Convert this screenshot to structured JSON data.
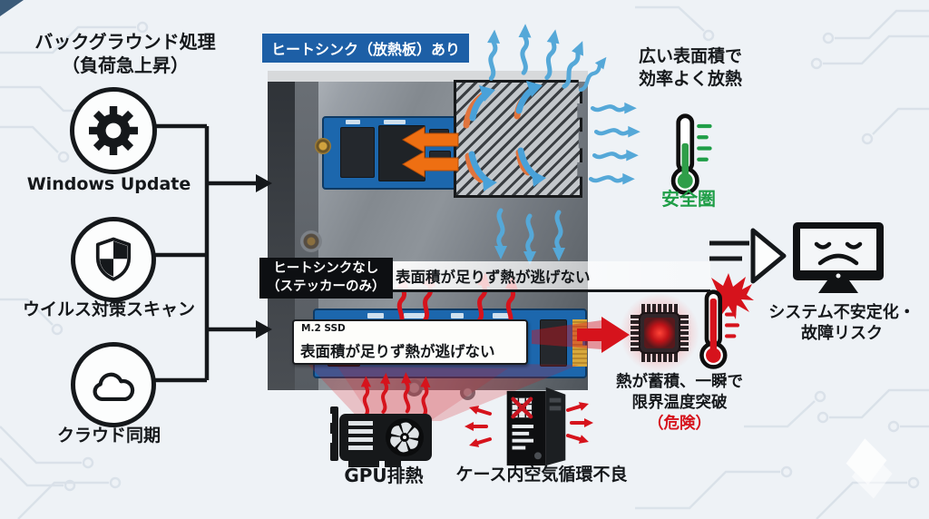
{
  "left_panel": {
    "title_line1": "バックグラウンド処理",
    "title_line2": "（負荷急上昇）",
    "items": [
      {
        "icon": "gear-icon",
        "label": "Windows Update"
      },
      {
        "icon": "shield-icon",
        "label": "ウイルス対策スキャン"
      },
      {
        "icon": "cloud-icon",
        "label": "クラウド同期"
      }
    ]
  },
  "heatsink_section": {
    "badge": "ヒートシンク（放熱板）あり",
    "benefit_line1": "広い表面積で",
    "benefit_line2": "効率よく放熱",
    "status_label": "安全圏"
  },
  "no_heatsink_section": {
    "badge_line1": "ヒートシンクなし",
    "badge_line2": "（ステッカーのみ）",
    "caption": "表面積が足りず熱が逃げない",
    "sticker_title": "M.2 SSD",
    "sticker_text": "表面積が足りず熱が逃げない",
    "result_line1": "熱が蓄積、一瞬で",
    "result_line2": "限界温度突破",
    "result_line3": "（危険）"
  },
  "outcome": {
    "line1": "システム不安定化・",
    "line2": "故障リスク"
  },
  "heat_sources": {
    "gpu_label": "GPU排熱",
    "case_label": "ケース内空気循環不良"
  },
  "colors": {
    "badge_blue": "#1d5fa6",
    "badge_black": "#0d0f12",
    "safe_green": "#1f9e47",
    "danger_red": "#d6131c",
    "cool_blue": "#55a8d8",
    "warm_orange": "#ef7011",
    "background": "#eef2f6"
  }
}
